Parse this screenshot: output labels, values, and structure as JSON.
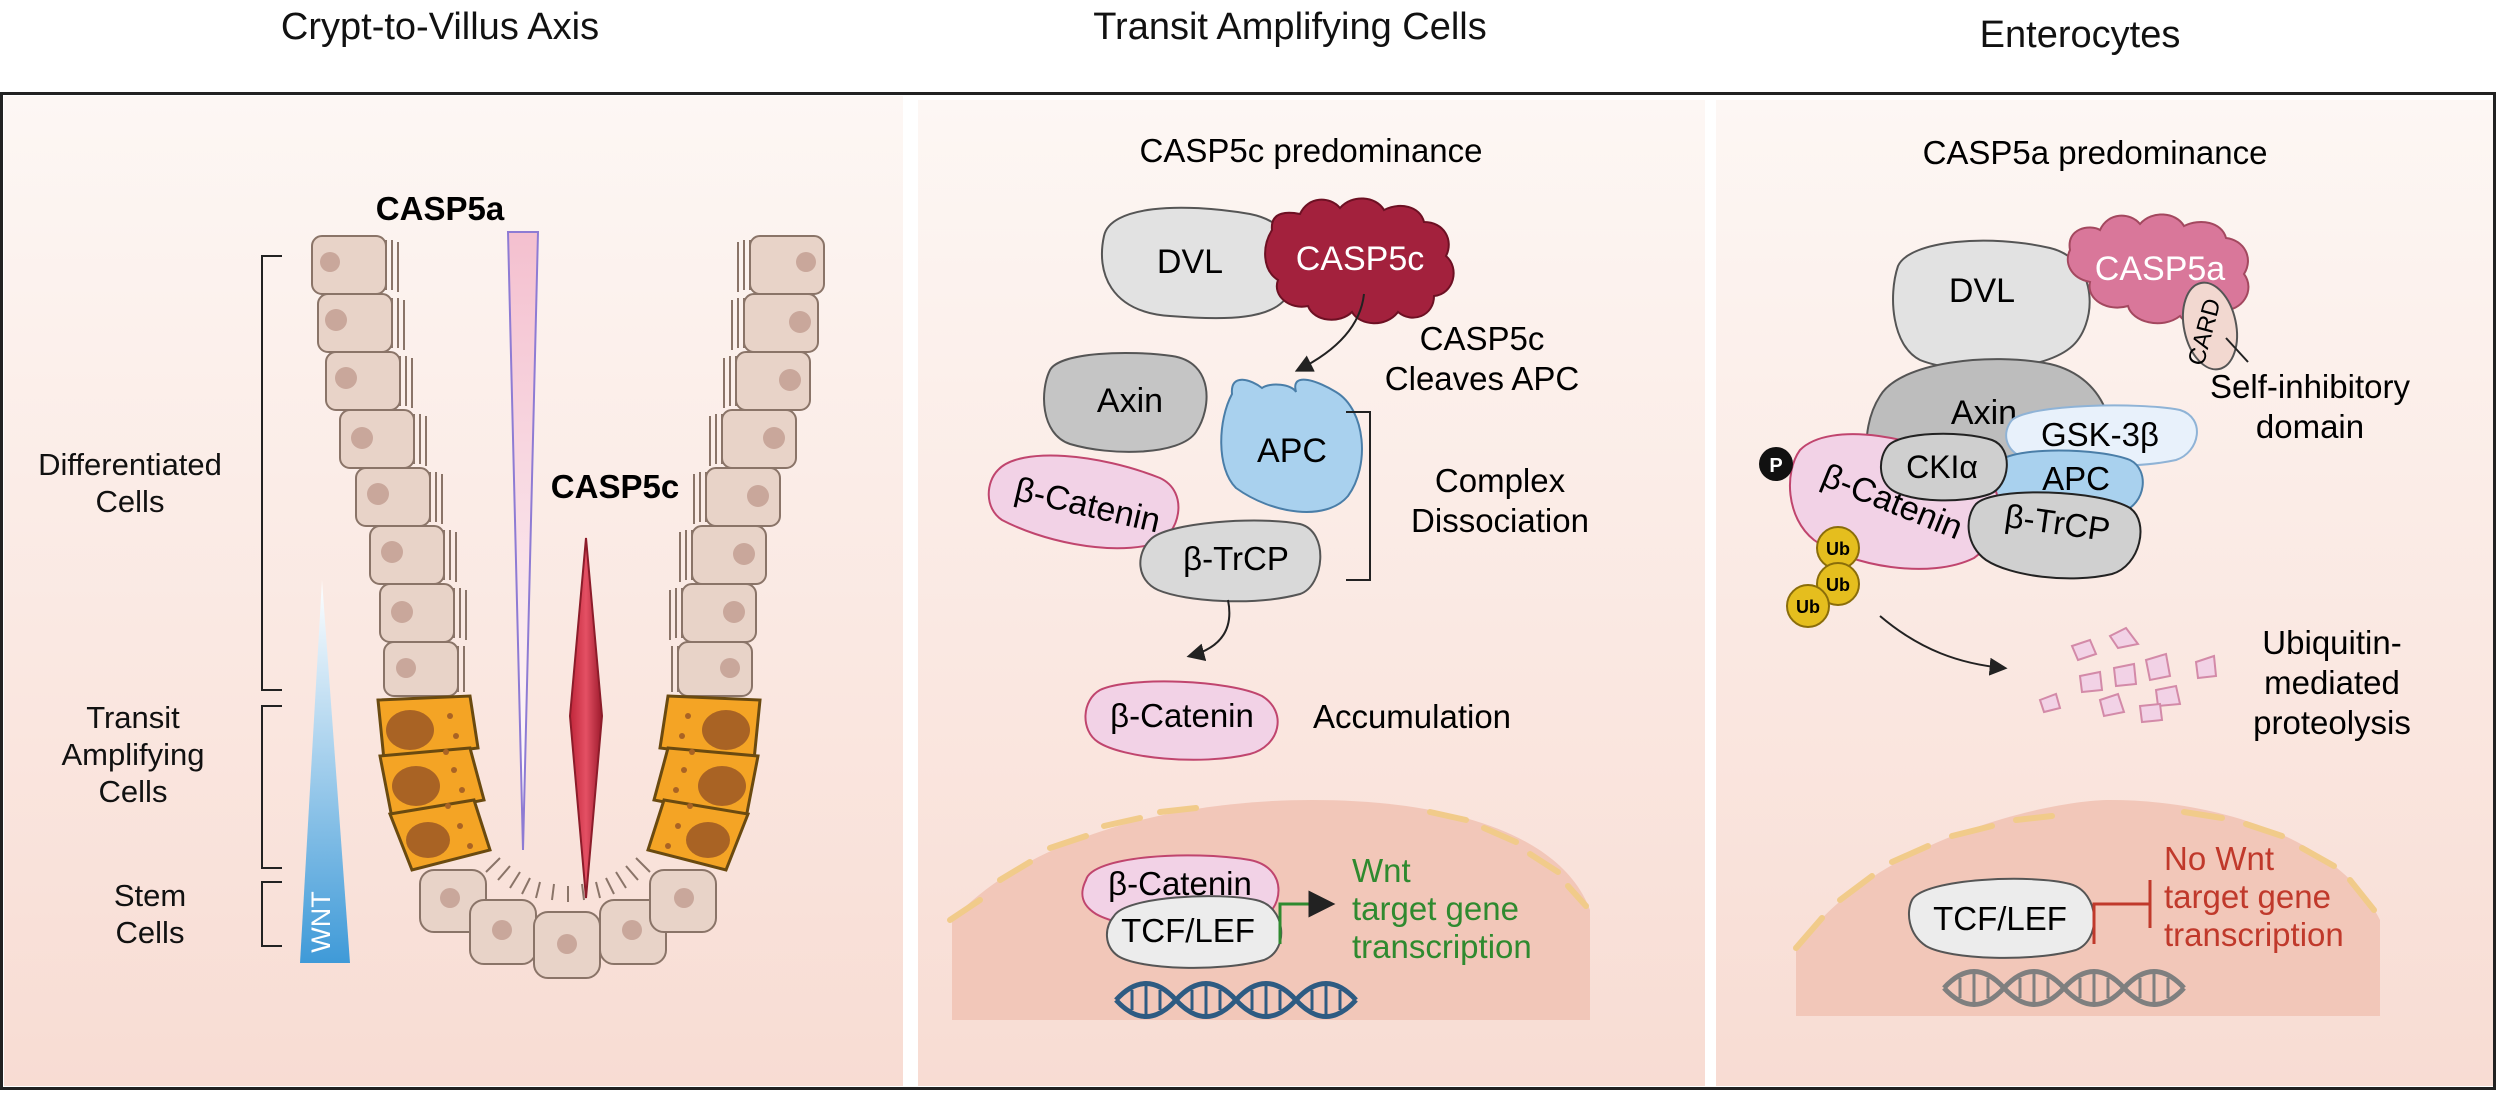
{
  "panels": {
    "left": {
      "title": "Crypt-to-Villus Axis",
      "casp5a_label": "CASP5a",
      "casp5c_label": "CASP5c",
      "zone_differentiated": [
        "Differentiated",
        "Cells"
      ],
      "zone_transit": [
        "Transit",
        "Amplifying",
        "Cells"
      ],
      "zone_stem": [
        "Stem",
        "Cells"
      ],
      "wnt_label": "WNT"
    },
    "middle": {
      "title": "Transit Amplifying Cells",
      "subtitle": "CASP5c predominance",
      "dvl": "DVL",
      "casp5c": "CASP5c",
      "cleave_note": [
        "CASP5c",
        "Cleaves APC"
      ],
      "axin": "Axin",
      "apc": "APC",
      "beta_catenin": "β-Catenin",
      "btrcp": "β-TrCP",
      "complex_note": [
        "Complex",
        "Dissociation"
      ],
      "accum_catenin": "β-Catenin",
      "accumulation": "Accumulation",
      "nuc_catenin": "β-Catenin",
      "tcf_lef": "TCF/LEF",
      "wnt_target": [
        "Wnt",
        "target gene",
        "transcription"
      ]
    },
    "right": {
      "title": "Enterocytes",
      "subtitle": "CASP5a predominance",
      "dvl": "DVL",
      "casp5a": "CASP5a",
      "card": "CARD",
      "self_inhib": [
        "Self-inhibitory",
        "domain"
      ],
      "axin": "Axin",
      "gsk": "GSK-3β",
      "ckia": "CKIα",
      "apc": "APC",
      "beta_catenin": "β-Catenin",
      "btrcp": "β-TrCP",
      "phospho": "P",
      "ub": "Ub",
      "proteolysis": [
        "Ubiquitin-",
        "mediated",
        "proteolysis"
      ],
      "tcf_lef": "TCF/LEF",
      "no_wnt": [
        "No Wnt",
        "target gene",
        "transcription"
      ]
    }
  },
  "colors": {
    "panel_top": "#fdf6f3",
    "panel_bottom": "#f8ddd5",
    "casp5c": "#a3213d",
    "casp5a": "#d9779a",
    "apc": "#a9d1ee",
    "catenin": "#f2d2e6",
    "grey_protein": "#cfcfcf",
    "axin": "#bdbdbd",
    "wnt_green": "#2f8a2f",
    "no_wnt_red": "#c0392b",
    "ta_cell": "#f4a425",
    "ub": "#e5be1e",
    "dna_blue": "#2e5b82"
  }
}
